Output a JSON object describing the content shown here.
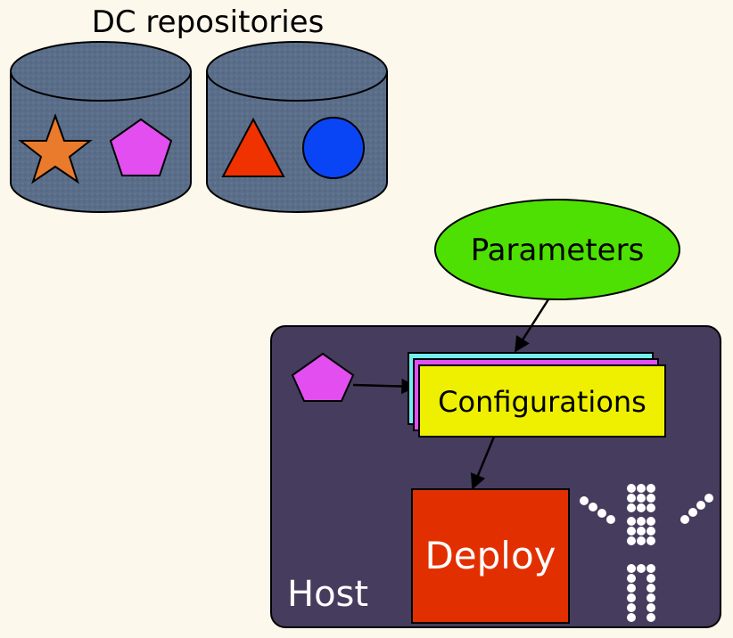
{
  "title": "DC repositories",
  "parameters_label": "Parameters",
  "configurations_label": "Configurations",
  "deploy_label": "Deploy",
  "host_label": "Host",
  "colors": {
    "background": "#fdf8ec",
    "cylinder": "#5a6e8a",
    "host_box": "#463c5e",
    "parameters_fill": "#4ee003",
    "configurations_fill": "#eef000",
    "config_layer_cyan": "#74eef0",
    "config_layer_magenta": "#e050f0",
    "deploy_fill": "#e22f00",
    "star": "#ea7a2c",
    "pentagon": "#e24ef0",
    "triangle": "#f03100",
    "circle": "#0a45f5"
  },
  "icons": [
    "star-icon",
    "pentagon-icon",
    "triangle-icon",
    "circle-icon",
    "robot-dots-icon"
  ]
}
